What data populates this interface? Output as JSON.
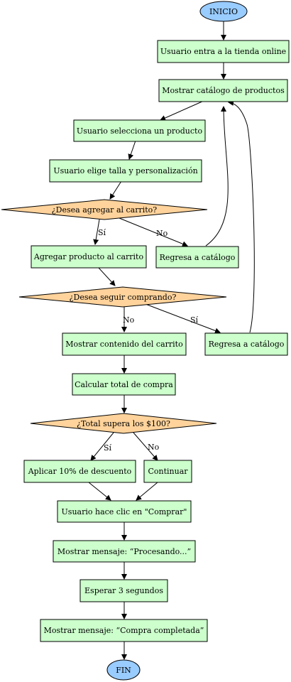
{
  "diagram": {
    "nodes": {
      "inicio": "INICIO",
      "entra": "Usuario entra a la tienda online",
      "catalogo": "Mostrar catálogo de productos",
      "selecciona": "Usuario selecciona un producto",
      "talla": "Usuario elige talla y personalización",
      "d_carrito": "¿Desea agregar al carrito?",
      "agregar": "Agregar producto al carrito",
      "regresa1": "Regresa a catálogo",
      "d_seguir": "¿Desea seguir comprando?",
      "contenido": "Mostrar contenido del carrito",
      "regresa2": "Regresa a catálogo",
      "calcular": "Calcular total de compra",
      "d_total": "¿Total supera los $100?",
      "descuento": "Aplicar 10% de descuento",
      "continuar": "Continuar",
      "comprar": "Usuario hace clic en \"Comprar\"",
      "procesando": "Mostrar mensaje: “Procesando...”",
      "esperar": "Esperar 3 segundos",
      "completada": "Mostrar mensaje: “Compra completada”",
      "fin": "FIN"
    },
    "edge_labels": {
      "carrito_si": "Sí",
      "carrito_no": "No",
      "seguir_no": "No",
      "seguir_si": "Sí",
      "total_si": "Sí",
      "total_no": "No"
    }
  }
}
